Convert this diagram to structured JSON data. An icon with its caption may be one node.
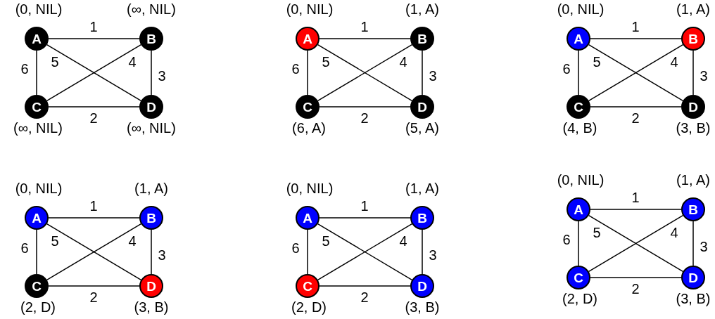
{
  "diagram": {
    "nodes": [
      {
        "text": [
          "A"
        ],
        "beside": [
          "(0, NIL)"
        ]
      },
      {
        "text": [
          "B"
        ],
        "beside": [
          "(∞, NIL)"
        ]
      },
      {
        "text": [
          "C"
        ],
        "beside": [
          "(∞, NIL)"
        ]
      },
      {
        "text": [
          "D"
        ],
        "beside": [
          "(∞, NIL)"
        ]
      },
      {
        "text": [
          "A"
        ],
        "beside": [
          "(0, NIL)"
        ]
      },
      {
        "text": [
          "B"
        ],
        "beside": [
          "(1, A)"
        ]
      },
      {
        "text": [
          "C"
        ],
        "beside": [
          "(6, A)"
        ]
      },
      {
        "text": [
          "D"
        ],
        "beside": [
          "(5, A)"
        ]
      },
      {
        "text": [
          "A"
        ],
        "beside": [
          "(0, NIL)"
        ]
      },
      {
        "text": [
          "B"
        ],
        "beside": [
          "(1, A)"
        ]
      },
      {
        "text": [
          "C"
        ],
        "beside": [
          "(4, B)"
        ]
      },
      {
        "text": [
          "D"
        ],
        "beside": [
          "(3, B)"
        ]
      },
      {
        "text": [
          "A"
        ],
        "beside": [
          "(0, NIL)"
        ]
      },
      {
        "text": [
          "B"
        ],
        "beside": [
          "(1, A)"
        ]
      },
      {
        "text": [
          "C"
        ],
        "beside": [
          "(2, D)"
        ]
      },
      {
        "text": [
          "D"
        ],
        "beside": [
          "(3, B)"
        ]
      },
      {
        "text": [
          "A"
        ],
        "beside": [
          "(0, NIL)"
        ]
      },
      {
        "text": [
          "B"
        ],
        "beside": [
          "(1, A)"
        ]
      },
      {
        "text": [
          "C"
        ],
        "beside": [
          "(2, D)"
        ]
      },
      {
        "text": [
          "D"
        ],
        "beside": [
          "(3, B)"
        ]
      },
      {
        "text": [
          "A"
        ],
        "beside": [
          "(0, NIL)"
        ]
      },
      {
        "text": [
          "B"
        ],
        "beside": [
          "(1, A)"
        ]
      },
      {
        "text": [
          "C"
        ],
        "beside": [
          "(2, D)"
        ]
      },
      {
        "text": [
          "D"
        ],
        "beside": [
          "(3, B)"
        ]
      }
    ],
    "edges": [
      {
        "from": 0,
        "to": 1,
        "arrow": "none",
        "label": "1"
      },
      {
        "from": 2,
        "to": 3,
        "arrow": "none",
        "label": "2"
      },
      {
        "from": 1,
        "to": 3,
        "arrow": "none",
        "label": "3"
      },
      {
        "from": 2,
        "to": 1,
        "arrow": "none",
        "label": "4"
      },
      {
        "from": 0,
        "to": 3,
        "arrow": "none",
        "label": "5"
      },
      {
        "from": 0,
        "to": 2,
        "arrow": "none",
        "label": "6"
      },
      {
        "from": 4,
        "to": 5,
        "arrow": "none",
        "label": "1"
      },
      {
        "from": 6,
        "to": 7,
        "arrow": "none",
        "label": "2"
      },
      {
        "from": 5,
        "to": 7,
        "arrow": "none",
        "label": "3"
      },
      {
        "from": 6,
        "to": 5,
        "arrow": "none",
        "label": "4"
      },
      {
        "from": 4,
        "to": 7,
        "arrow": "none",
        "label": "5"
      },
      {
        "from": 4,
        "to": 6,
        "arrow": "none",
        "label": "6"
      },
      {
        "from": 8,
        "to": 9,
        "arrow": "none",
        "label": "1"
      },
      {
        "from": 10,
        "to": 11,
        "arrow": "none",
        "label": "2"
      },
      {
        "from": 9,
        "to": 11,
        "arrow": "none",
        "label": "3"
      },
      {
        "from": 10,
        "to": 9,
        "arrow": "none",
        "label": "4"
      },
      {
        "from": 8,
        "to": 11,
        "arrow": "none",
        "label": "5"
      },
      {
        "from": 8,
        "to": 10,
        "arrow": "none",
        "label": "6"
      },
      {
        "from": 12,
        "to": 13,
        "arrow": "none",
        "label": "1"
      },
      {
        "from": 14,
        "to": 15,
        "arrow": "none",
        "label": "2"
      },
      {
        "from": 13,
        "to": 15,
        "arrow": "none",
        "label": "3"
      },
      {
        "from": 14,
        "to": 13,
        "arrow": "none",
        "label": "4"
      },
      {
        "from": 12,
        "to": 15,
        "arrow": "none",
        "label": "5"
      },
      {
        "from": 12,
        "to": 14,
        "arrow": "none",
        "label": "6"
      },
      {
        "from": 16,
        "to": 17,
        "arrow": "none",
        "label": "1"
      },
      {
        "from": 18,
        "to": 19,
        "arrow": "none",
        "label": "2"
      },
      {
        "from": 17,
        "to": 19,
        "arrow": "none",
        "label": "3"
      },
      {
        "from": 18,
        "to": 17,
        "arrow": "none",
        "label": "4"
      },
      {
        "from": 16,
        "to": 19,
        "arrow": "none",
        "label": "5"
      },
      {
        "from": 16,
        "to": 18,
        "arrow": "none",
        "label": "6"
      },
      {
        "from": 20,
        "to": 21,
        "arrow": "none",
        "label": "1"
      },
      {
        "from": 22,
        "to": 23,
        "arrow": "none",
        "label": "2"
      },
      {
        "from": 21,
        "to": 23,
        "arrow": "none",
        "label": "3"
      },
      {
        "from": 22,
        "to": 21,
        "arrow": "none",
        "label": "4"
      },
      {
        "from": 20,
        "to": 23,
        "arrow": "none",
        "label": "5"
      },
      {
        "from": 20,
        "to": 22,
        "arrow": "none",
        "label": "6"
      }
    ]
  }
}
